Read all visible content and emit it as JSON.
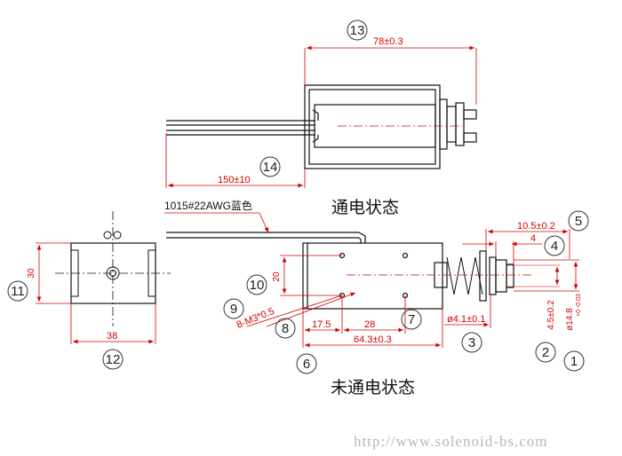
{
  "captions": {
    "energized": "通电状态",
    "de_energized": "未通电状态"
  },
  "wire_spec": "1015#22AWG蓝色",
  "watermark": "http://www.solenoid-bs.com",
  "dimensions": {
    "overall_length": "78±0.3",
    "lead_length": "150±10",
    "stroke": "10.5±0.2",
    "gap": "4",
    "plunger_dia_small": "4.5±0.2",
    "plunger_dia_large": "ø14.8",
    "plunger_dia_large_tol": "+0\n-0.03",
    "shaft_dia": "ø4.1±0.1",
    "mount_a": "17.5",
    "mount_b": "28",
    "body_length": "64.3±0.3",
    "frame_height": "20",
    "side_height": "30",
    "side_width": "38",
    "thread": "8-M3*0.5"
  },
  "balloons": [
    "1",
    "2",
    "3",
    "4",
    "5",
    "6",
    "7",
    "8",
    "9",
    "10",
    "11",
    "12",
    "13",
    "14"
  ],
  "colors": {
    "dimension": "#d40000",
    "outline": "#111111"
  }
}
